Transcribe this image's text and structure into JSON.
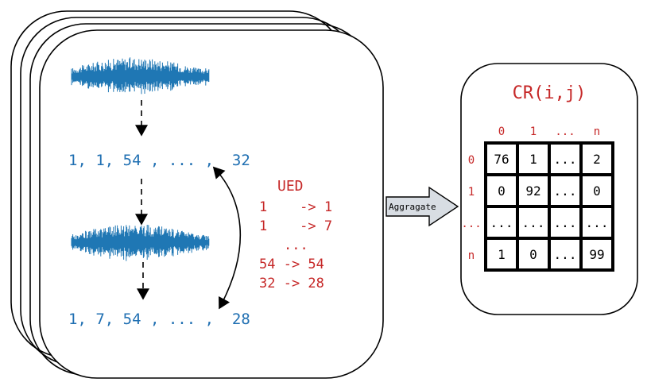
{
  "left_panel": {
    "sequence_original": "1, 1, 54 , ... ,  32",
    "sequence_decoded": "1, 7, 54 , ... ,  28",
    "ued": {
      "title": "UED",
      "mappings": [
        "1    -> 1",
        "1    -> 7",
        "...",
        "54 -> 54",
        "32 -> 28"
      ]
    }
  },
  "arrow": {
    "label": "Aggragate"
  },
  "matrix_panel": {
    "title": "CR(i,j)",
    "col_headers": [
      "0",
      "1",
      "...",
      "n"
    ],
    "row_headers": [
      "0",
      "1",
      "...",
      "n"
    ],
    "cells": [
      [
        "76",
        "1",
        "...",
        "2"
      ],
      [
        "0",
        "92",
        "...",
        "0"
      ],
      [
        "...",
        "...",
        "...",
        "..."
      ],
      [
        "1",
        "0",
        "...",
        "99"
      ]
    ]
  },
  "colors": {
    "blue_text": "#1f6fb2",
    "red_text": "#c62828",
    "waveform": "#1f77b4"
  }
}
